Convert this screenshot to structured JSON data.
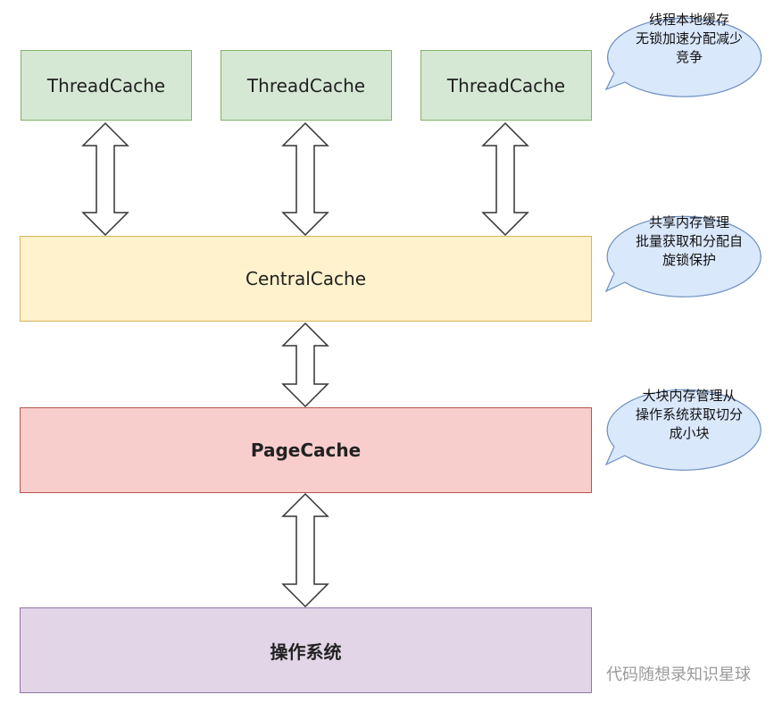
{
  "boxes": {
    "thread_cache_1": "ThreadCache",
    "thread_cache_2": "ThreadCache",
    "thread_cache_3": "ThreadCache",
    "central_cache": "CentralCache",
    "page_cache": "PageCache",
    "os": "操作系统"
  },
  "callouts": {
    "thread": "线程本地缓存\n无锁加速分配减少\n竞争",
    "central": "共享内存管理\n批量获取和分配自\n旋锁保护",
    "page": "大块内存管理从\n操作系统获取切分\n成小块"
  },
  "watermark": "代码随想录知识星球",
  "colors": {
    "thread_fill": "#d5e8d4",
    "central_fill": "#fff2cc",
    "page_fill": "#f8cecc",
    "os_fill": "#e1d5e7",
    "callout_fill": "#dae8fc",
    "callout_stroke": "#6c8ebf"
  }
}
